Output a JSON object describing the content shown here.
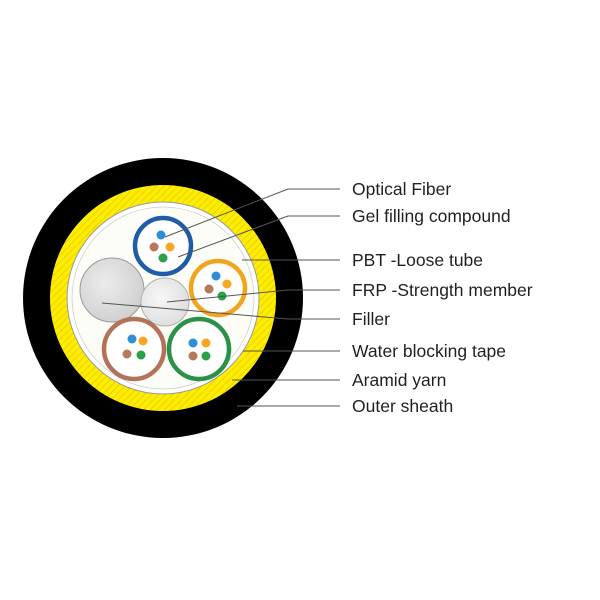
{
  "labels": {
    "optical_fiber": "Optical Fiber",
    "gel": "Gel filling compound",
    "pbt": "PBT -Loose tube",
    "frp": "FRP -Strength member",
    "filler": "Filler",
    "water_tape": "Water blocking tape",
    "aramid": "Aramid yarn",
    "sheath": "Outer sheath"
  },
  "colors": {
    "outer_sheath": "#000000",
    "aramid_yarn": "#ffed00",
    "water_blocking_tape": "#ffffff",
    "filler": "#d9d9d9",
    "frp": "#ececec",
    "tube_blue": "#1f5ca8",
    "tube_orange": "#f2a51c",
    "tube_brown": "#b3735a",
    "tube_green": "#2a9246",
    "fiber_blue": "#2e8fd8",
    "fiber_orange": "#f6a623",
    "fiber_brown": "#b5795c",
    "fiber_green": "#2aa048",
    "leader_line": "#555555",
    "text": "#231f20"
  }
}
